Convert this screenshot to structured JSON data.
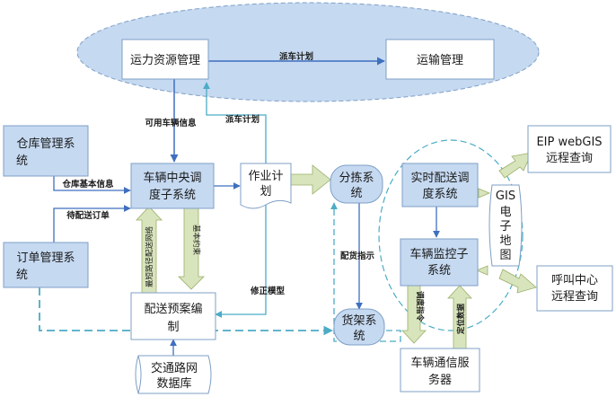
{
  "nodes": {
    "transport_resource": "运力资源管理",
    "transport_mgmt": "运输管理",
    "warehouse_line1": "仓库管理系",
    "warehouse_line2": "统",
    "order_line1": "订单管理系",
    "order_line2": "统",
    "central_line1": "车辆中央调",
    "central_line2": "度子系统",
    "plan_line1": "作业计",
    "plan_line2": "划",
    "sorting_line1": "分拣系",
    "sorting_line2": "统",
    "shelf_line1": "货架系",
    "shelf_line2": "统",
    "prepare_line1": "配送预案编",
    "prepare_line2": "制",
    "road_db_line1": "交通路网",
    "road_db_line2": "数据库",
    "realtime_line1": "实时配送调",
    "realtime_line2": "度系统",
    "monitor_line1": "车辆监控子",
    "monitor_line2": "系统",
    "comm_line1": "车辆通信服",
    "comm_line2": "务器",
    "gis_line1": "GIS",
    "gis_line2": "电",
    "gis_line3": "子",
    "gis_line4": "地",
    "gis_line5": "图",
    "eip_line1": "EIP webGIS",
    "eip_line2": "远程查询",
    "call_line1": "呼叫中心",
    "call_line2": "远程查询"
  },
  "labels": {
    "dispatch_plan_top": "派车计划",
    "available_vehicles": "可用车辆信息",
    "dispatch_plan_mid": "派车计划",
    "warehouse_info": "仓库基本信息",
    "pending_orders": "待配送订单",
    "optimal_route": "最短路径配送网络",
    "basic_constraints": "基本约束",
    "revise_model": "修正模型",
    "picking_instruction": "配货指示",
    "dispatch_command": "调度指令",
    "location_data": "定位数据"
  },
  "colors": {
    "box_fill": "#c5d9f1",
    "box_stroke": "#7f9fc6",
    "ellipse_fill": "#c5d9f1",
    "arrow_blue": "#3f6fbf",
    "teal": "#4bacc6",
    "big_arrow": "#d8e4bc",
    "big_arrow_stroke": "#9bb06a"
  }
}
